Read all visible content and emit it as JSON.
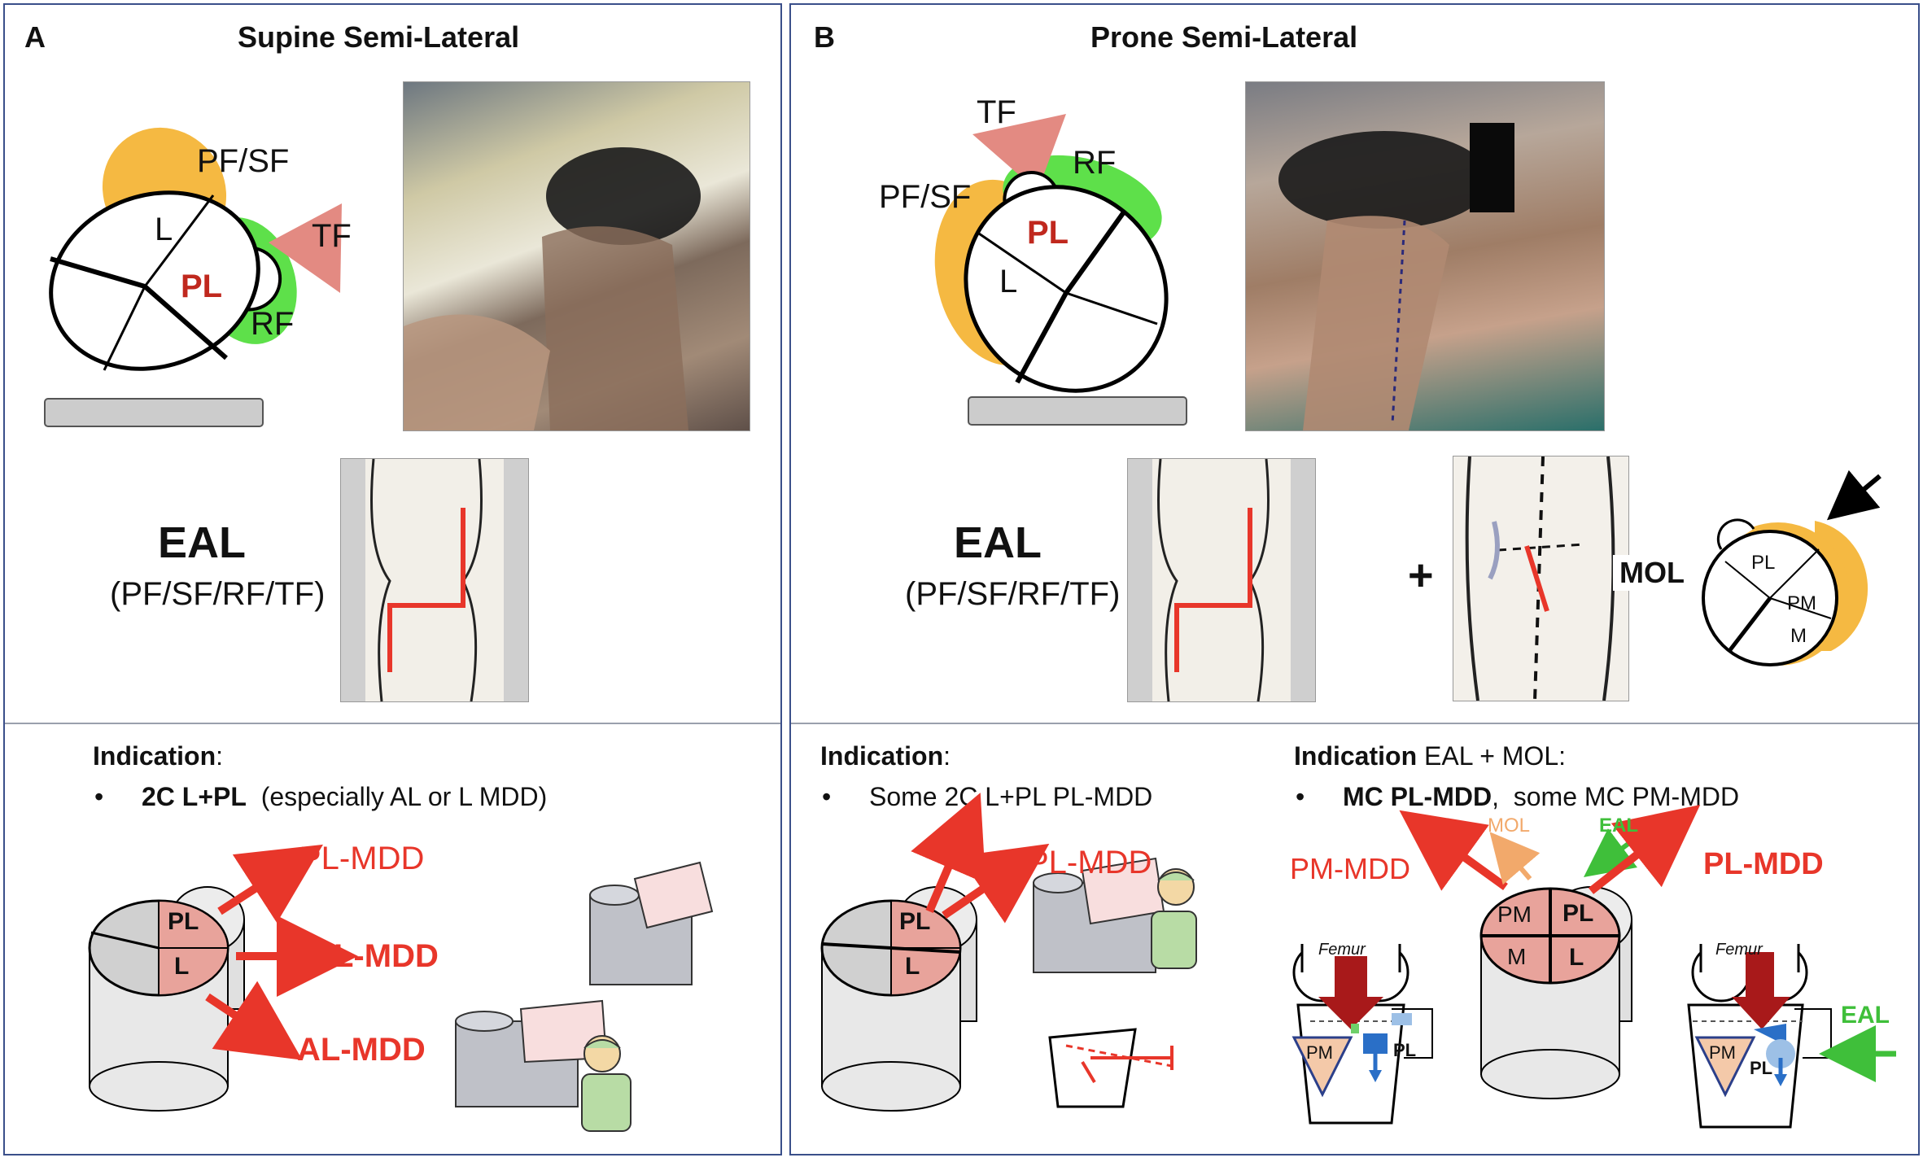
{
  "panel_a": {
    "letter": "A",
    "title": "Supine Semi-Lateral",
    "top_labels": {
      "pf_sf": "PF/SF",
      "l": "L",
      "pl": "PL",
      "tf": "TF",
      "rf": "RF"
    },
    "approach": "EAL",
    "approach_sub": "(PF/SF/RF/TF)",
    "indication_label": "Indication",
    "indication_bold": "2C L+PL",
    "indication_rest": "(especially AL or L MDD)",
    "bottom_labels": {
      "pl": "PL",
      "l": "L",
      "pl_mdd": "PL-MDD",
      "l_mdd": "L-MDD",
      "al_mdd": "AL-MDD"
    }
  },
  "panel_b": {
    "letter": "B",
    "title": "Prone Semi-Lateral",
    "top_labels": {
      "tf": "TF",
      "rf": "RF",
      "pf_sf": "PF/SF",
      "pl": "PL",
      "l": "L"
    },
    "approach": "EAL",
    "approach_sub": "(PF/SF/RF/TF)",
    "plus": "+",
    "mol": "MOL",
    "mol_labels": {
      "pl": "PL",
      "pm": "PM",
      "m": "M"
    },
    "indication_label": "Indication",
    "indication_text": "Some 2C L+PL PL-MDD",
    "indication2_label": "Indication",
    "indication2_rest": "EAL + MOL:",
    "indication2_bold": "MC PL-MDD",
    "indication2_text": "some MC PM-MDD",
    "bottom_labels": {
      "pl": "PL",
      "l": "L",
      "pl_mdd": "PL-MDD",
      "pm_mdd": "PM-MDD",
      "mol": "MOL",
      "eal": "EAL",
      "pl_mdd2": "PL-MDD",
      "pm": "PM",
      "pl2": "PL",
      "m": "M",
      "l2": "L",
      "femur": "Femur",
      "pm_tri": "PM",
      "pl_small": "PL",
      "femur2": "Femur",
      "pm_tri2": "PM",
      "pl_small2": "PL",
      "eal2": "EAL"
    }
  },
  "colors": {
    "frame": "#3a4f8a",
    "red": "#e8362a",
    "orange": "#f5b942",
    "green": "#5ee04a",
    "pink": "#e8a39b",
    "label_red": "#c0281e"
  }
}
